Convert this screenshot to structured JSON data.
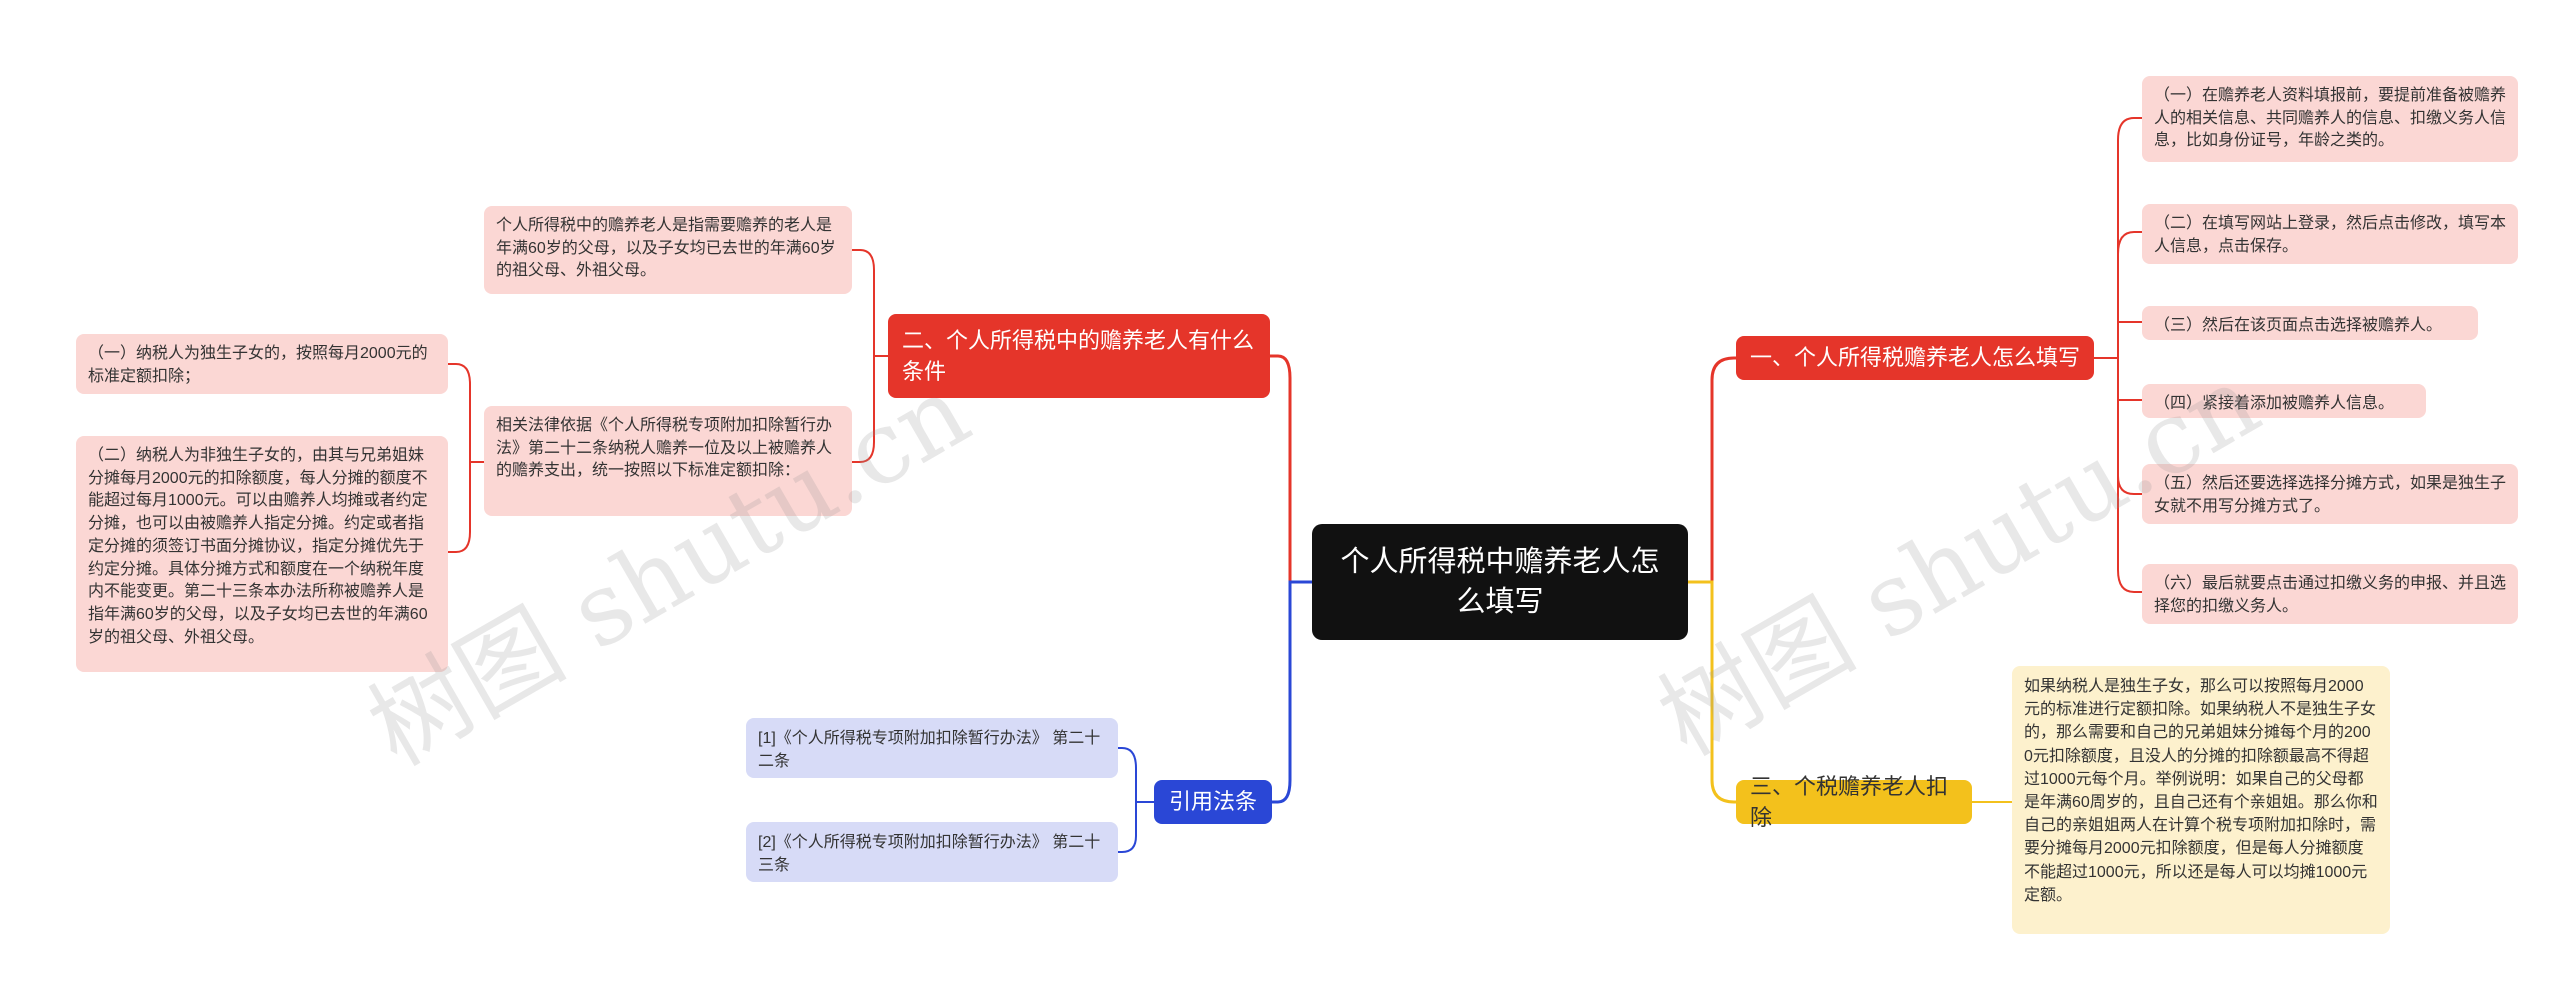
{
  "root": {
    "title": "个人所得税中赡养老人怎么填写"
  },
  "branches": {
    "b1": {
      "label": "一、个人所得税赡养老人怎么填写",
      "items": [
        "（一）在赡养老人资料填报前，要提前准备被赡养人的相关信息、共同赡养人的信息、扣缴义务人信息，比如身份证号，年龄之类的。",
        "（二）在填写网站上登录，然后点击修改，填写本人信息，点击保存。",
        "（三）然后在该页面点击选择被赡养人。",
        "（四）紧接着添加被赡养人信息。",
        "（五）然后还要选择选择分摊方式，如果是独生子女就不用写分摊方式了。",
        "（六）最后就要点击通过扣缴义务的申报、并且选择您的扣缴义务人。"
      ]
    },
    "b2": {
      "label": "二、个人所得税中的赡养老人有什么条件",
      "items": [
        "个人所得税中的赡养老人是指需要赡养的老人是年满60岁的父母，以及子女均已去世的年满60岁的祖父母、外祖父母。",
        "相关法律依据《个人所得税专项附加扣除暂行办法》第二十二条纳税人赡养一位及以上被赡养人的赡养支出，统一按照以下标准定额扣除："
      ],
      "sub_items": [
        "（一）纳税人为独生子女的，按照每月2000元的标准定额扣除；",
        "（二）纳税人为非独生子女的，由其与兄弟姐妹分摊每月2000元的扣除额度，每人分摊的额度不能超过每月1000元。可以由赡养人均摊或者约定分摊，也可以由被赡养人指定分摊。约定或者指定分摊的须签订书面分摊协议，指定分摊优先于约定分摊。具体分摊方式和额度在一个纳税年度内不能变更。第二十三条本办法所称被赡养人是指年满60岁的父母，以及子女均已去世的年满60岁的祖父母、外祖父母。"
      ]
    },
    "b3": {
      "label": "三、个税赡养老人扣除",
      "items": [
        "如果纳税人是独生子女，那么可以按照每月2000元的标准进行定额扣除。如果纳税人不是独生子女的，那么需要和自己的兄弟姐妹分摊每个月的2000元扣除额度，且没人的分摊的扣除额最高不得超过1000元每个月。举例说明：如果自己的父母都是年满60周岁的，且自己还有个亲姐姐。那么你和自己的亲姐姐两人在计算个税专项附加扣除时，需要分摊每月2000元扣除额度，但是每人分摊额度不能超过1000元，所以还是每人可以均摊1000元定额。"
      ]
    },
    "b4": {
      "label": "引用法条",
      "items": [
        "[1]《个人所得税专项附加扣除暂行办法》 第二十二条",
        "[2]《个人所得税专项附加扣除暂行办法》 第二十三条"
      ]
    }
  },
  "watermark": [
    "树图 shutu.cn",
    "树图 shutu.cn"
  ],
  "colors": {
    "red": "#e5352a",
    "yellow": "#f3c11c",
    "blue": "#2a47d6",
    "pink": "#fbd7d4",
    "cream": "#fdf1cd",
    "lavender": "#d7dbf7",
    "root": "#111111"
  }
}
